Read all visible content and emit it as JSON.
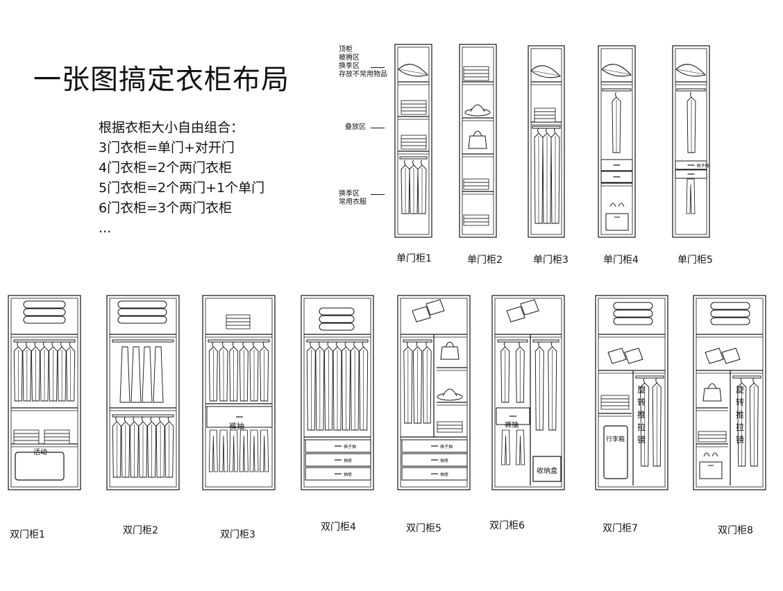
{
  "title": "一张图搞定衣柜布局",
  "intro": {
    "heading": "根据衣柜大小自由组合：",
    "lines": [
      "3门衣柜=单门+对开门",
      "4门衣柜=2个两门衣柜",
      "5门衣柜=2个两门+1个单门",
      "6门衣柜=3个两门衣柜",
      "..."
    ]
  },
  "zones": {
    "top": [
      "顶柜",
      "被褥区",
      "换季区",
      "存放不常用物品"
    ],
    "fold": "叠放区",
    "season": [
      "换季区",
      "常用衣服"
    ]
  },
  "single_doors": [
    "单门柜1",
    "单门柜2",
    "单门柜3",
    "单门柜4",
    "单门柜5"
  ],
  "double_doors": [
    "双门柜1",
    "双门柜2",
    "双门柜3",
    "双门柜4",
    "双门柜5",
    "双门柜6",
    "双门柜7",
    "双门柜8"
  ],
  "inner": {
    "pants_drawer": "裤抽",
    "grid_drawer": "格子抽",
    "drawer": "抽屉",
    "activity": "活动",
    "storage_box": "收纳盒",
    "luggage": "行李箱",
    "mirror": [
      "旋",
      "转",
      "推",
      "拉",
      "镜"
    ]
  }
}
